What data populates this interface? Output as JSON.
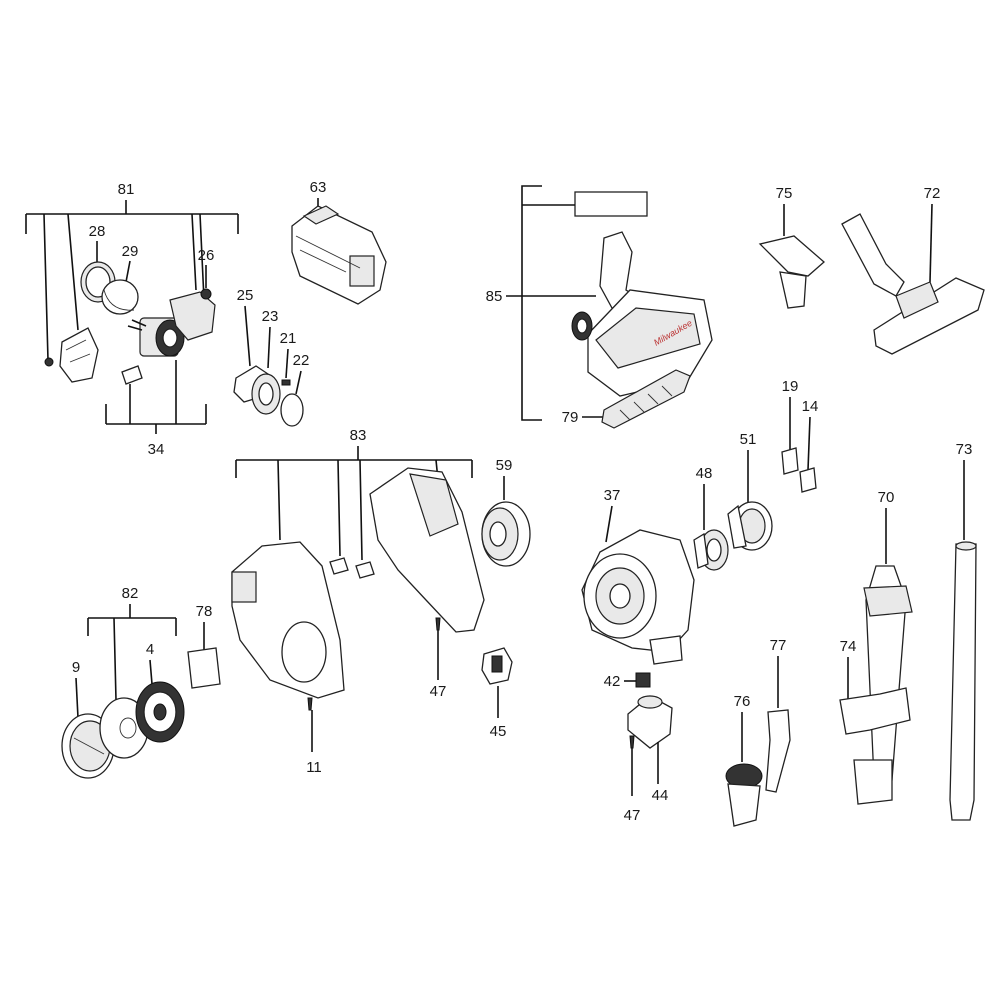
{
  "diagram": {
    "labels": {
      "p81": "81",
      "p28": "28",
      "p29": "29",
      "p26": "26",
      "p34": "34",
      "p63": "63",
      "p25": "25",
      "p23": "23",
      "p21": "21",
      "p22": "22",
      "p85": "85",
      "p79": "79",
      "p75": "75",
      "p72": "72",
      "p19": "19",
      "p14": "14",
      "p51": "51",
      "p48": "48",
      "p37": "37",
      "p73": "73",
      "p70": "70",
      "p83": "83",
      "p59": "59",
      "p82": "82",
      "p78": "78",
      "p9": "9",
      "p4": "4",
      "p11": "11",
      "p47a": "47",
      "p45": "45",
      "p42": "42",
      "p44": "44",
      "p47b": "47",
      "p76": "76",
      "p77": "77",
      "p74": "74"
    }
  }
}
